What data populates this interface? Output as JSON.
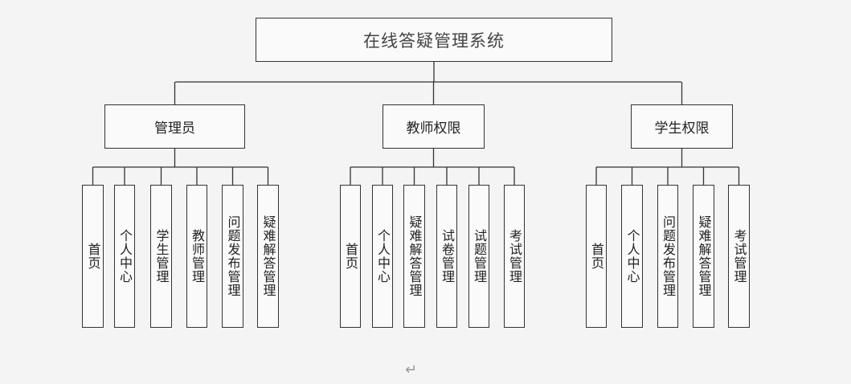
{
  "title": "在线答疑管理系统",
  "roles": [
    {
      "label": "管理员",
      "modules": [
        "首页",
        "个人中心",
        "学生管理",
        "教师管理",
        "问题发布管理",
        "疑难解答管理"
      ]
    },
    {
      "label": "教师权限",
      "modules": [
        "首页",
        "个人中心",
        "疑难解答管理",
        "试卷管理",
        "试题管理",
        "考试管理"
      ]
    },
    {
      "label": "学生权限",
      "modules": [
        "首页",
        "个人中心",
        "问题发布管理",
        "疑难解答管理",
        "考试管理"
      ]
    }
  ],
  "paragraph_mark": "↵"
}
